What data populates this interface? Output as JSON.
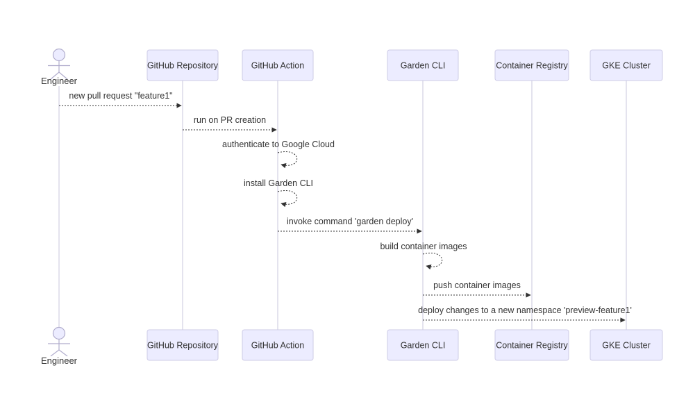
{
  "diagram": {
    "type": "sequence-diagram",
    "actor": {
      "id": "engineer",
      "label": "Engineer"
    },
    "participants": [
      {
        "id": "github-repository",
        "label": "GitHub Repository"
      },
      {
        "id": "github-action",
        "label": "GitHub Action"
      },
      {
        "id": "garden-cli",
        "label": "Garden CLI"
      },
      {
        "id": "container-registry",
        "label": "Container Registry"
      },
      {
        "id": "gke-cluster",
        "label": "GKE Cluster"
      }
    ],
    "messages": [
      {
        "from": "Engineer",
        "to": "GitHub Repository",
        "label": "new pull request \"feature1\"",
        "line": "dotted",
        "kind": "message"
      },
      {
        "from": "GitHub Repository",
        "to": "GitHub Action",
        "label": "run on PR creation",
        "line": "dotted",
        "kind": "message"
      },
      {
        "from": "GitHub Action",
        "to": "GitHub Action",
        "label": "authenticate to Google Cloud",
        "line": "dotted",
        "kind": "self-message"
      },
      {
        "from": "GitHub Action",
        "to": "GitHub Action",
        "label": "install Garden CLI",
        "line": "dotted",
        "kind": "self-message"
      },
      {
        "from": "GitHub Action",
        "to": "Garden CLI",
        "label": "invoke command 'garden deploy'",
        "line": "dotted",
        "kind": "message"
      },
      {
        "from": "Garden CLI",
        "to": "Garden CLI",
        "label": "build container images",
        "line": "dotted",
        "kind": "self-message"
      },
      {
        "from": "Garden CLI",
        "to": "Container Registry",
        "label": "push container images",
        "line": "dotted",
        "kind": "message"
      },
      {
        "from": "Garden CLI",
        "to": "GKE Cluster",
        "label": "deploy changes to a new namespace 'preview-feature1'",
        "line": "dotted",
        "kind": "message"
      }
    ],
    "colors": {
      "participant_fill": "#ECECFF",
      "participant_border": "#CDCBE6",
      "lifeline": "#C9C7DE",
      "actor_stroke": "#B0ACCC",
      "message_line": "#333333",
      "text": "#333333",
      "background": "#FFFFFF"
    }
  }
}
